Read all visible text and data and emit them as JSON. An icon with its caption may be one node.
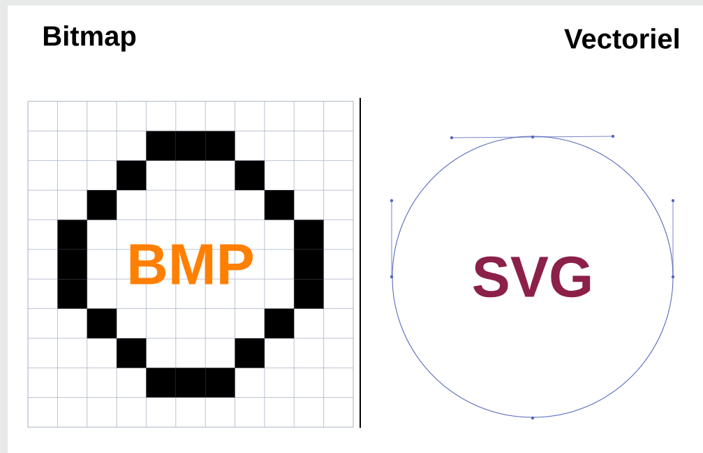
{
  "diagram": {
    "nodes": [
      {
        "text": [
          "BMP"
        ]
      },
      {
        "text": [
          "SVG"
        ]
      }
    ],
    "labels": [
      "Bitmap",
      "Vectoriel"
    ]
  }
}
